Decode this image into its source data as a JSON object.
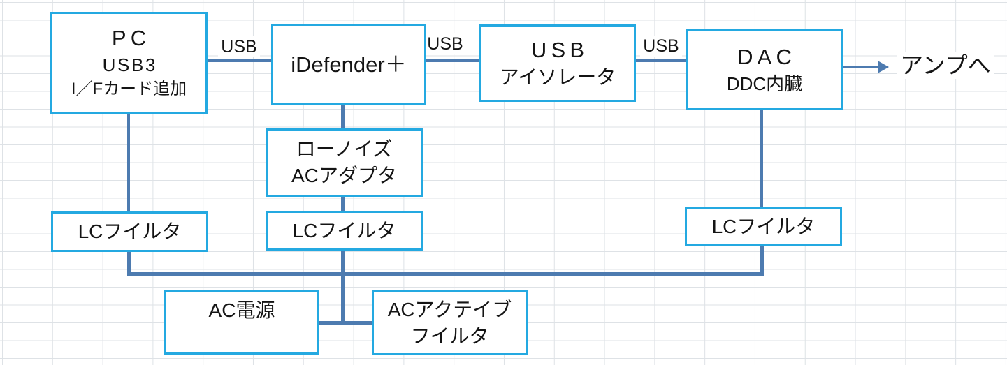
{
  "diagram": {
    "nodes": {
      "pc": {
        "lines": [
          "PC",
          "USB3",
          "I／Fカード追加"
        ]
      },
      "idefender": {
        "lines": [
          "iDefender＋"
        ]
      },
      "usb_isolator": {
        "lines": [
          "USB",
          "アイソレータ"
        ]
      },
      "dac": {
        "lines": [
          "DAC",
          "DDC内臓"
        ]
      },
      "low_noise_ac_adapter": {
        "lines": [
          "ローノイズ",
          "ACアダプタ"
        ]
      },
      "lc_filter_left": {
        "lines": [
          "LCフイルタ"
        ]
      },
      "lc_filter_mid": {
        "lines": [
          "LCフイルタ"
        ]
      },
      "lc_filter_right": {
        "lines": [
          "LCフイルタ"
        ]
      },
      "ac_power": {
        "lines": [
          "AC電源"
        ]
      },
      "ac_active_filter": {
        "lines": [
          "ACアクテイブ",
          "フイルタ"
        ]
      }
    },
    "edge_labels": {
      "usb_pc_idefender": "USB",
      "usb_idefender_isolator": "USB",
      "usb_isolator_dac": "USB",
      "to_amp": "アンプへ"
    },
    "colors": {
      "node_border": "#24a9e1",
      "connector": "#4d7bb0",
      "text": "#141414",
      "grid": "#dee2e6",
      "background": "#ffffff"
    }
  }
}
